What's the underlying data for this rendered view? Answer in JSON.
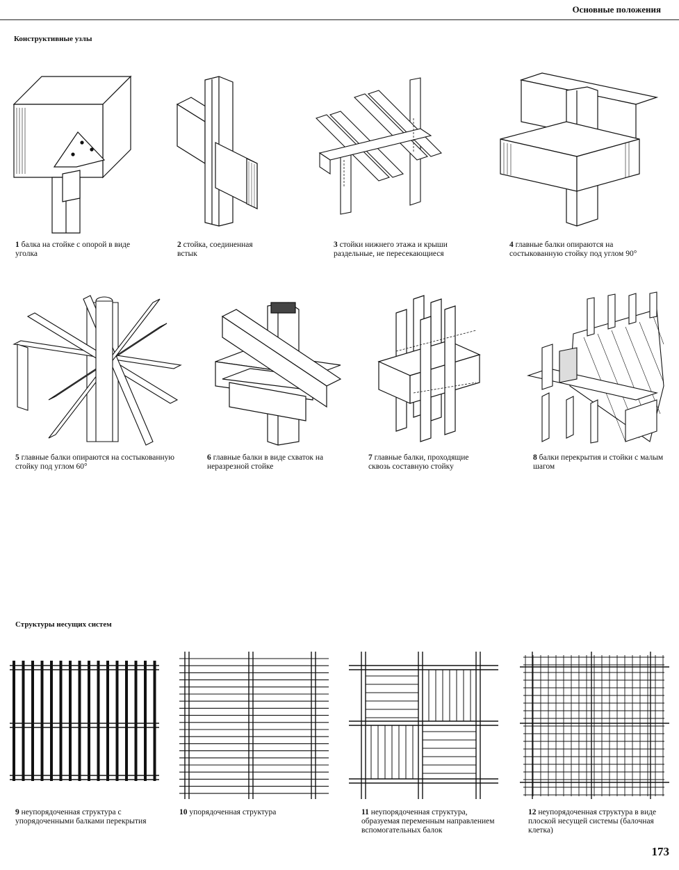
{
  "header": {
    "title": "Основные положения"
  },
  "sections": {
    "joints": "Конструктивные узлы",
    "structures": "Структуры несущих систем"
  },
  "figures": [
    {
      "num": "1",
      "caption": "балка на стойке с опорой в виде уголка"
    },
    {
      "num": "2",
      "caption": "стойка, соединенная встык"
    },
    {
      "num": "3",
      "caption": "стойки нижнего этажа и крыши раздельные, не пересекающиеся"
    },
    {
      "num": "4",
      "caption": "главные балки опираются на состыкованную стойку под углом 90°"
    },
    {
      "num": "5",
      "caption": "главные балки опираются на состыкованную стойку под углом 60°"
    },
    {
      "num": "6",
      "caption": "главные балки в виде схваток на неразрезной стойке"
    },
    {
      "num": "7",
      "caption": "главные балки, проходящие сквозь составную стойку"
    },
    {
      "num": "8",
      "caption": "балки перекрытия и стойки с малым шагом"
    },
    {
      "num": "9",
      "caption": "неупорядоченная структура с упорядоченными балками перекрытия"
    },
    {
      "num": "10",
      "caption": "упорядоченная структура"
    },
    {
      "num": "11",
      "caption": "неупорядоченная структура, образуемая переменным направлением вспомогательных балок"
    },
    {
      "num": "12",
      "caption": "неупорядоченная структура в виде плоской несущей системы (балочная клетка)"
    }
  ],
  "page_number": "173"
}
